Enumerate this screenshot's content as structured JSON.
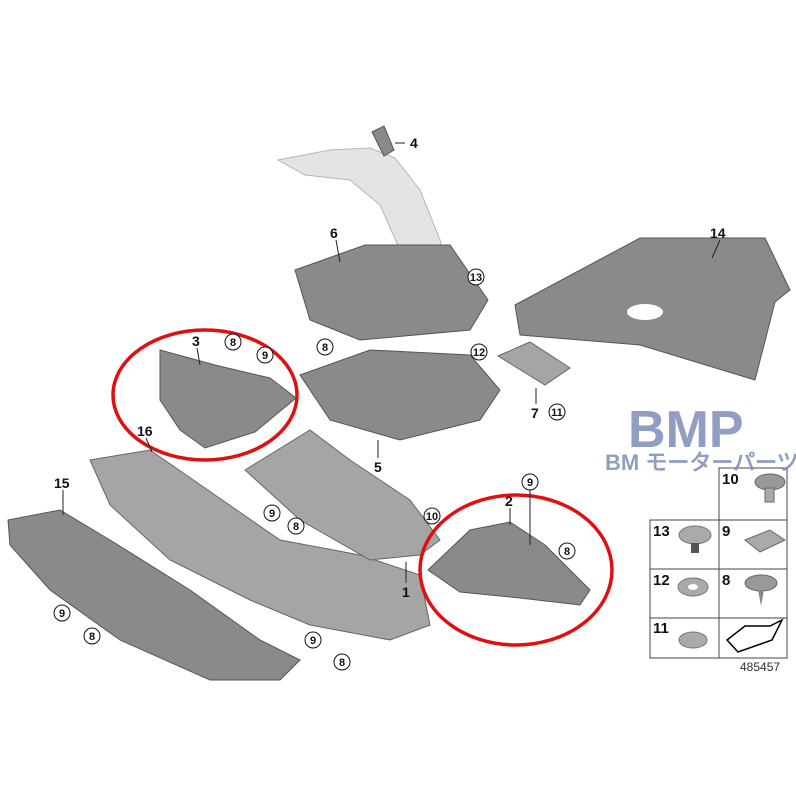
{
  "diagram": {
    "labels": {
      "p1": "1",
      "p2": "2",
      "p3": "3",
      "p4": "4",
      "p5": "5",
      "p6": "6",
      "p7": "7",
      "p14": "14",
      "p15": "15",
      "p16": "16"
    },
    "circled": {
      "c13a": "13",
      "c8a": "8",
      "c12a": "12",
      "c8b": "8",
      "c9b": "9",
      "c11a": "11",
      "c9c": "9",
      "c10a": "10",
      "c9d": "9",
      "c8d": "8",
      "c8e": "8",
      "c9f": "9",
      "c8f": "8",
      "c9g": "9",
      "c8g": "8"
    },
    "legend": {
      "cells": [
        "10",
        "13",
        "9",
        "12",
        "8",
        "11"
      ]
    },
    "doc_number": "485457"
  },
  "watermark": {
    "title": "BMP",
    "subtitle": "BM モーターパーツ"
  },
  "colors": {
    "highlight_ring": "#e01010",
    "watermark": "#7f8cb8"
  }
}
